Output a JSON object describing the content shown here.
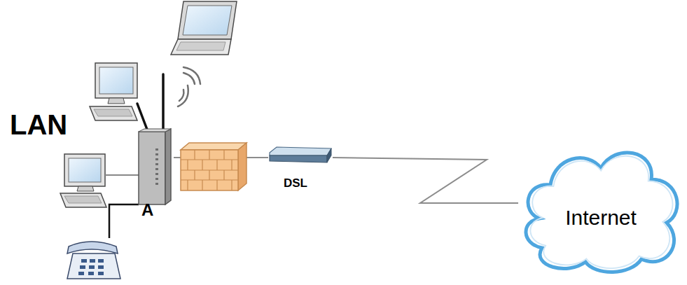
{
  "diagram": {
    "nodes": [
      {
        "text": [
          "A"
        ]
      },
      {
        "text": [
          "DSL"
        ]
      },
      {
        "text": [
          "Internet"
        ]
      }
    ],
    "edges": [
      {
        "from": 0,
        "to": 1,
        "arrow": "none"
      },
      {
        "from": 1,
        "to": 2,
        "arrow": "none"
      }
    ],
    "labels": [
      "LAN"
    ]
  }
}
